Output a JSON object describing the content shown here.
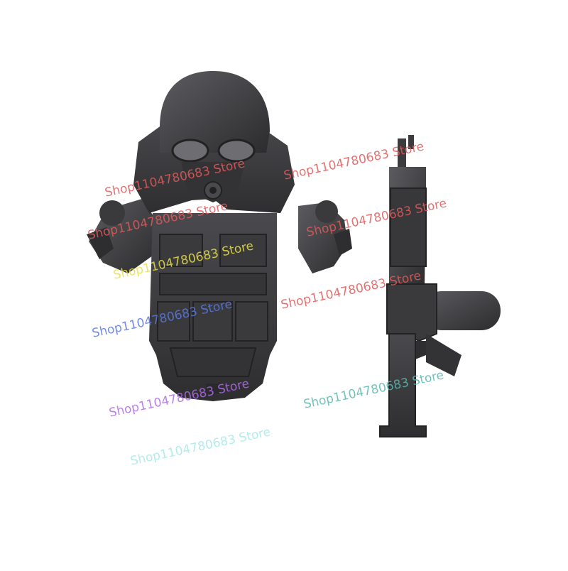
{
  "watermarks": [
    {
      "text": "Shop1104780683 Store",
      "color": "#e05a5a"
    },
    {
      "text": "Shop1104780683 Store",
      "color": "#e05a5a"
    },
    {
      "text": "Shop1104780683 Store",
      "color": "#e05a5a"
    },
    {
      "text": "Shop1104780683 Store",
      "color": "#e05a5a"
    },
    {
      "text": "Shop1104780683 Store",
      "color": "#e8e04a"
    },
    {
      "text": "Shop1104780683 Store",
      "color": "#e05a5a"
    },
    {
      "text": "Shop1104780683 Store",
      "color": "#5a78e0"
    },
    {
      "text": "Shop1104780683 Store",
      "color": "#b06ae8"
    },
    {
      "text": "Shop1104780683 Store",
      "color": "#5ab8b0"
    },
    {
      "text": "Shop1104780683 Store",
      "color": "#a8e8e8"
    }
  ],
  "colors": {
    "figure": "#3e3e40",
    "figure_dark": "#2a2a2c",
    "figure_light": "#5a5a5e",
    "background": "#ffffff"
  }
}
